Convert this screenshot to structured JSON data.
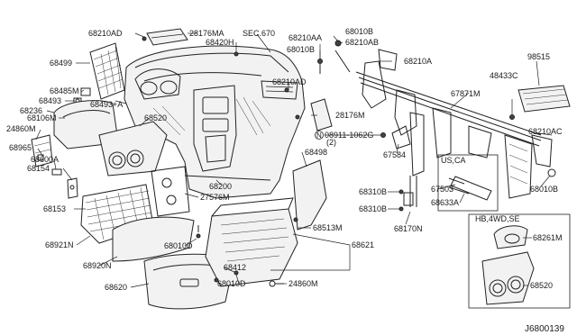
{
  "diagram_id": "J6800139",
  "section_ref": "SEC.670",
  "inset_us_ca": {
    "title": "US,CA"
  },
  "inset_hb": {
    "title": "HB,4WD,SE"
  },
  "labels": {
    "l68210AD_top": "68210AD",
    "l28176MA": "28176MA",
    "l68420H": "68420H",
    "l68210AA": "68210AA",
    "l68010B_top": "68010B",
    "l68210AB": "68210AB",
    "l68010B_mid": "68010B",
    "l68210A": "68210A",
    "l98515": "98515",
    "l68499": "68499",
    "l48433C": "48433C",
    "l67871M": "67871M",
    "l68485M": "68485M",
    "l68493": "68493",
    "l68493A": "68493+A",
    "l68210AD_mid": "68210AD",
    "l68236": "68236",
    "l68106M": "68106M",
    "l68520_mid": "68520",
    "l28176M": "28176M",
    "l24860M_left": "24860M",
    "l68210AC": "68210AC",
    "l68965": "68965",
    "l08911": "08911-1062G",
    "l08911_qty": "(2)",
    "l68498": "68498",
    "l67584": "67584",
    "l68600A": "68600A",
    "l68154": "68154",
    "l67503": "67503",
    "l68010B_right": "68010B",
    "l68200": "68200",
    "l27576M": "27576M",
    "l68310B_a": "68310B",
    "l68633A": "68633A",
    "l68153": "68153",
    "l68310B_b": "68310B",
    "l68513M": "68513M",
    "l68170N": "68170N",
    "l68261M": "68261M",
    "l68921N": "68921N",
    "l68010D_a": "68010D",
    "l68621": "68621",
    "l68920N": "68920N",
    "l68412": "68412",
    "l68520_inset": "68520",
    "l68620": "68620",
    "l68010D_b": "68010D",
    "l24860M_bottom": "24860M",
    "n_marker": "N"
  }
}
